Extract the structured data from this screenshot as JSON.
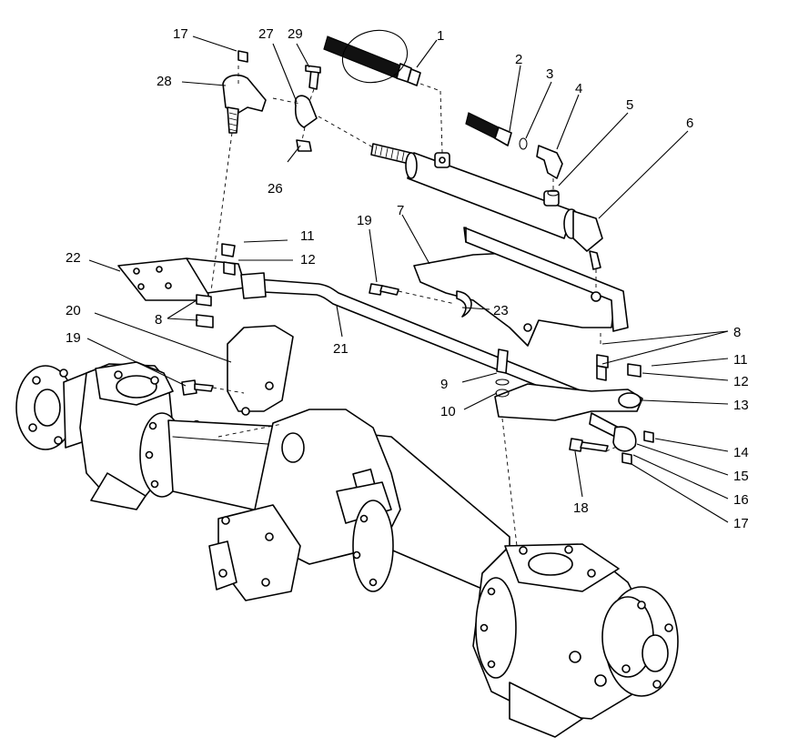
{
  "callouts": [
    {
      "id": "c1",
      "text": "1"
    },
    {
      "id": "c2",
      "text": "2"
    },
    {
      "id": "c3",
      "text": "3"
    },
    {
      "id": "c4",
      "text": "4"
    },
    {
      "id": "c5",
      "text": "5"
    },
    {
      "id": "c6",
      "text": "6"
    },
    {
      "id": "c7",
      "text": "7"
    },
    {
      "id": "c8a",
      "text": "8"
    },
    {
      "id": "c8b",
      "text": "8"
    },
    {
      "id": "c9",
      "text": "9"
    },
    {
      "id": "c10",
      "text": "10"
    },
    {
      "id": "c11a",
      "text": "11"
    },
    {
      "id": "c11b",
      "text": "11"
    },
    {
      "id": "c12a",
      "text": "12"
    },
    {
      "id": "c12b",
      "text": "12"
    },
    {
      "id": "c13",
      "text": "13"
    },
    {
      "id": "c14",
      "text": "14"
    },
    {
      "id": "c15",
      "text": "15"
    },
    {
      "id": "c16",
      "text": "16"
    },
    {
      "id": "c17a",
      "text": "17"
    },
    {
      "id": "c17b",
      "text": "17"
    },
    {
      "id": "c18",
      "text": "18"
    },
    {
      "id": "c19a",
      "text": "19"
    },
    {
      "id": "c19b",
      "text": "19"
    },
    {
      "id": "c20",
      "text": "20"
    },
    {
      "id": "c21",
      "text": "21"
    },
    {
      "id": "c22",
      "text": "22"
    },
    {
      "id": "c23",
      "text": "23"
    },
    {
      "id": "c26",
      "text": "26"
    },
    {
      "id": "c27",
      "text": "27"
    },
    {
      "id": "c28",
      "text": "28"
    },
    {
      "id": "c29",
      "text": "29"
    }
  ]
}
